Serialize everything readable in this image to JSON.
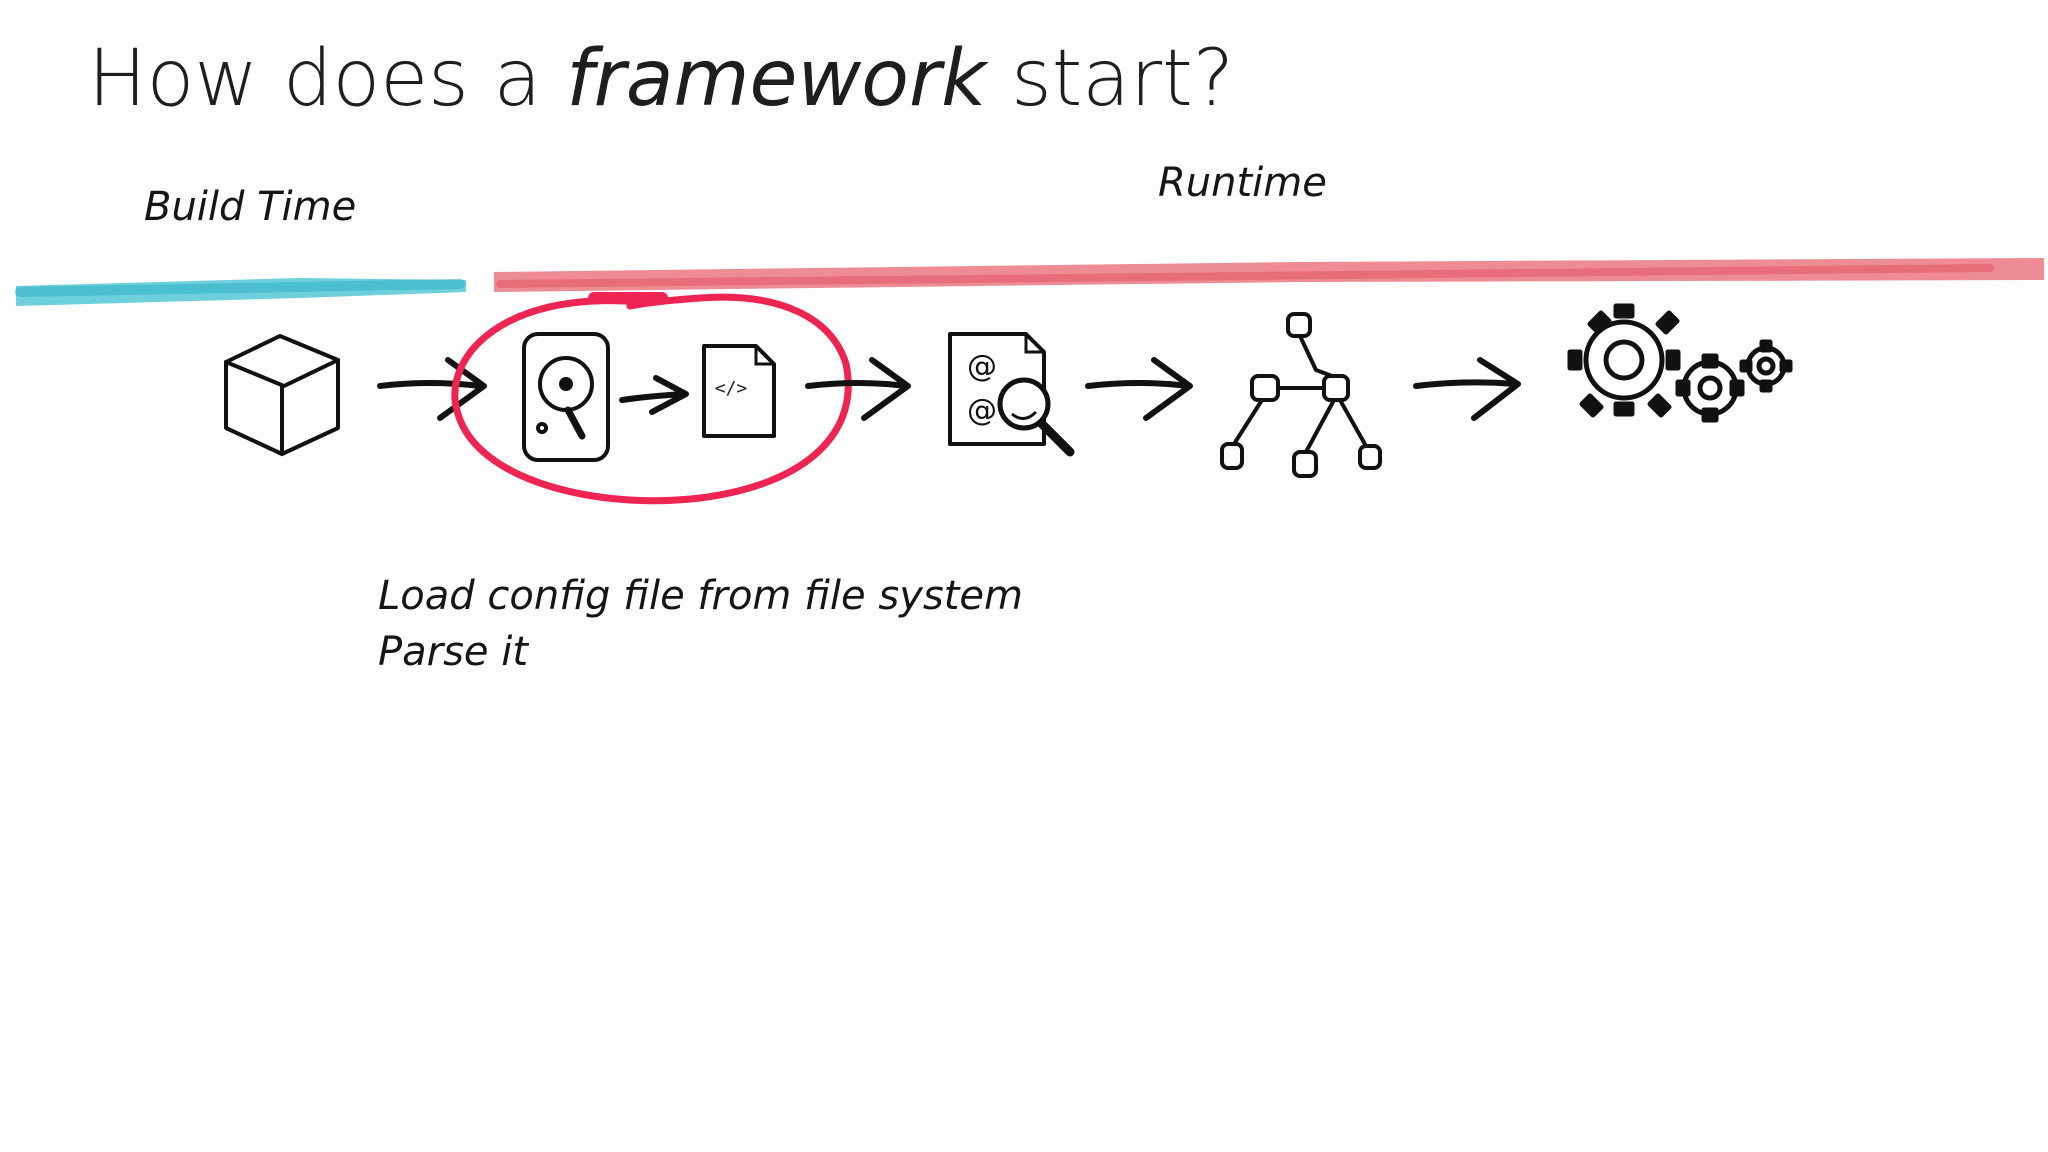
{
  "slide": {
    "title_before": "How does a ",
    "title_emphasis": "framework",
    "title_after": " start?"
  },
  "phases": {
    "build": {
      "label": "Build Time",
      "color": "#3ec0d2"
    },
    "runtime": {
      "label": "Runtime",
      "color": "#e8606e"
    }
  },
  "highlight": {
    "color": "#ee2453"
  },
  "config_icon": {
    "code_glyph": "</>"
  },
  "email_icon": {
    "glyph": "@"
  },
  "notes": [
    "Load config file from file system",
    "Parse it"
  ]
}
